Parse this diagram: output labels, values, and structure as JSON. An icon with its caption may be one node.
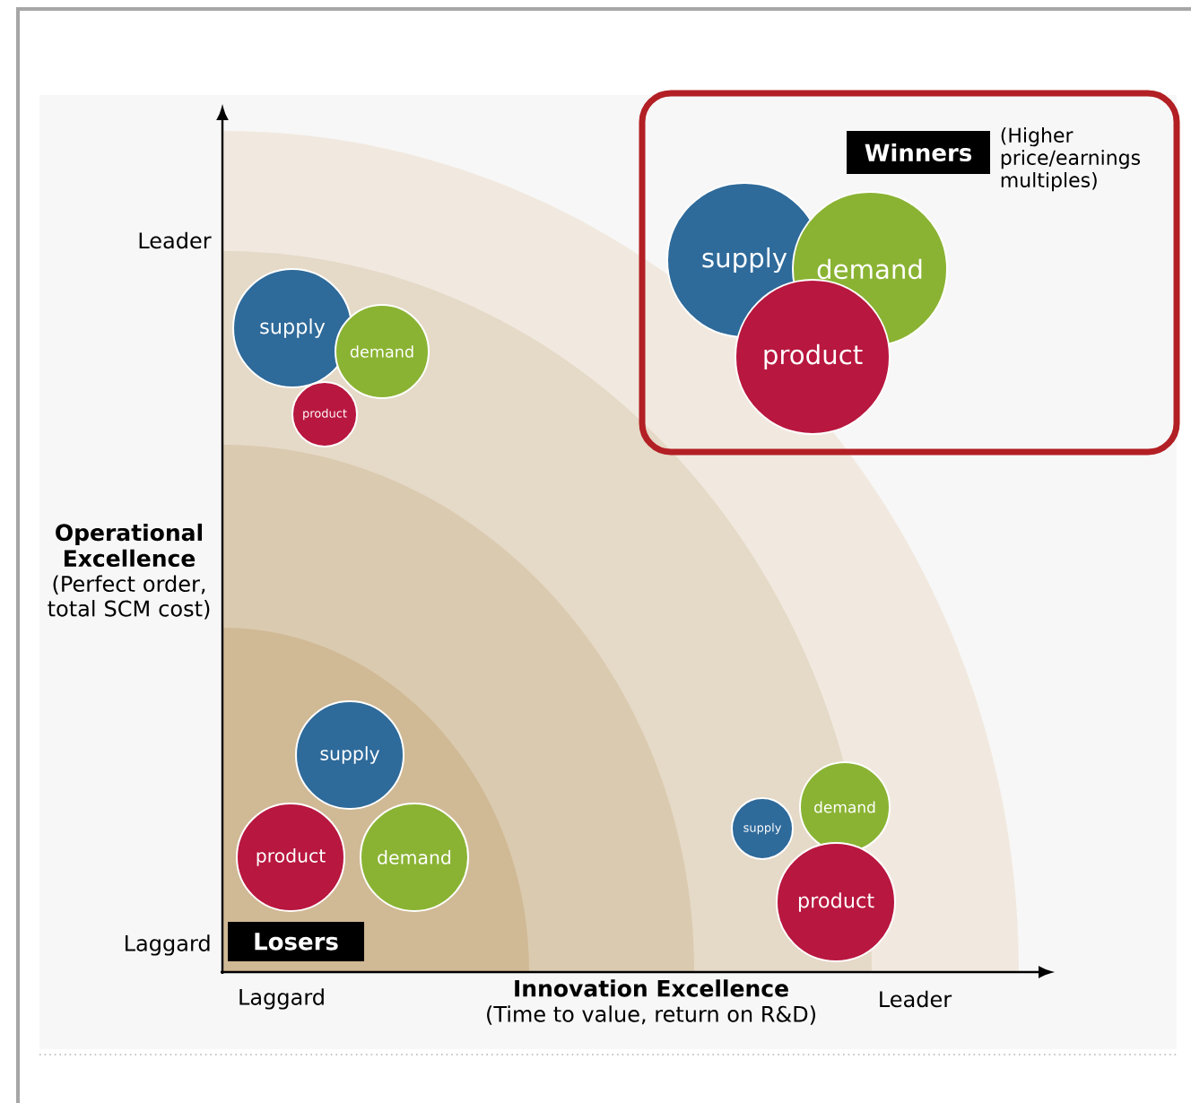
{
  "diagram": {
    "nodes": [
      {
        "text": [],
        "shape": "box"
      },
      {
        "text": [
          "Winners"
        ],
        "in": 0,
        "beside": [
          "(Higher price/earnings multiples)"
        ]
      },
      {
        "text": [
          "supply"
        ],
        "in": 0
      },
      {
        "text": [
          "demand"
        ],
        "in": 0
      },
      {
        "text": [
          "product"
        ],
        "in": 0
      },
      {
        "text": [
          "supply"
        ]
      },
      {
        "text": [
          "demand"
        ]
      },
      {
        "text": [
          "product"
        ]
      },
      {
        "text": [
          "supply"
        ]
      },
      {
        "text": [
          "product"
        ]
      },
      {
        "text": [
          "demand"
        ]
      },
      {
        "text": [
          "Losers"
        ]
      },
      {
        "text": [
          "supply"
        ]
      },
      {
        "text": [
          "demand"
        ]
      },
      {
        "text": [
          "product"
        ]
      }
    ],
    "labels": [
      "Leader",
      "Operational Excellence",
      "(Perfect order, total SCM cost)",
      "Laggard",
      "Laggard",
      "Innovation Excellence",
      "(Time to value, return on R&D)",
      "Leader"
    ]
  }
}
